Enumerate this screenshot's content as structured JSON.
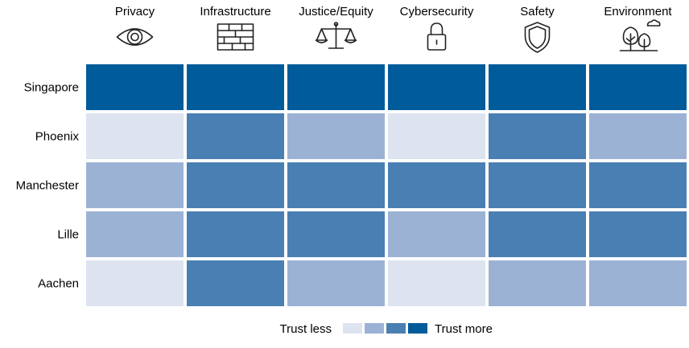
{
  "chart_data": {
    "type": "heatmap",
    "columns": [
      {
        "label": "Privacy",
        "icon": "eye-icon"
      },
      {
        "label": "Infrastructure",
        "icon": "brick-wall-icon"
      },
      {
        "label": "Justice/Equity",
        "icon": "scales-icon"
      },
      {
        "label": "Cybersecurity",
        "icon": "padlock-icon"
      },
      {
        "label": "Safety",
        "icon": "shield-icon"
      },
      {
        "label": "Environment",
        "icon": "trees-icon"
      }
    ],
    "rows": [
      "Singapore",
      "Phoenix",
      "Manchester",
      "Lille",
      "Aachen"
    ],
    "values": [
      [
        4,
        4,
        4,
        4,
        4,
        4
      ],
      [
        1,
        3,
        2,
        1,
        3,
        2
      ],
      [
        2,
        3,
        3,
        3,
        3,
        3
      ],
      [
        2,
        3,
        3,
        2,
        3,
        3
      ],
      [
        1,
        3,
        2,
        1,
        2,
        2
      ]
    ],
    "scale": {
      "min": 1,
      "max": 4
    },
    "colors": [
      "#dde4f0",
      "#9cb2d5",
      "#4a7fb3",
      "#005b9b"
    ],
    "legend": {
      "low_label": "Trust less",
      "high_label": "Trust more",
      "placement": "bottom-center"
    }
  }
}
